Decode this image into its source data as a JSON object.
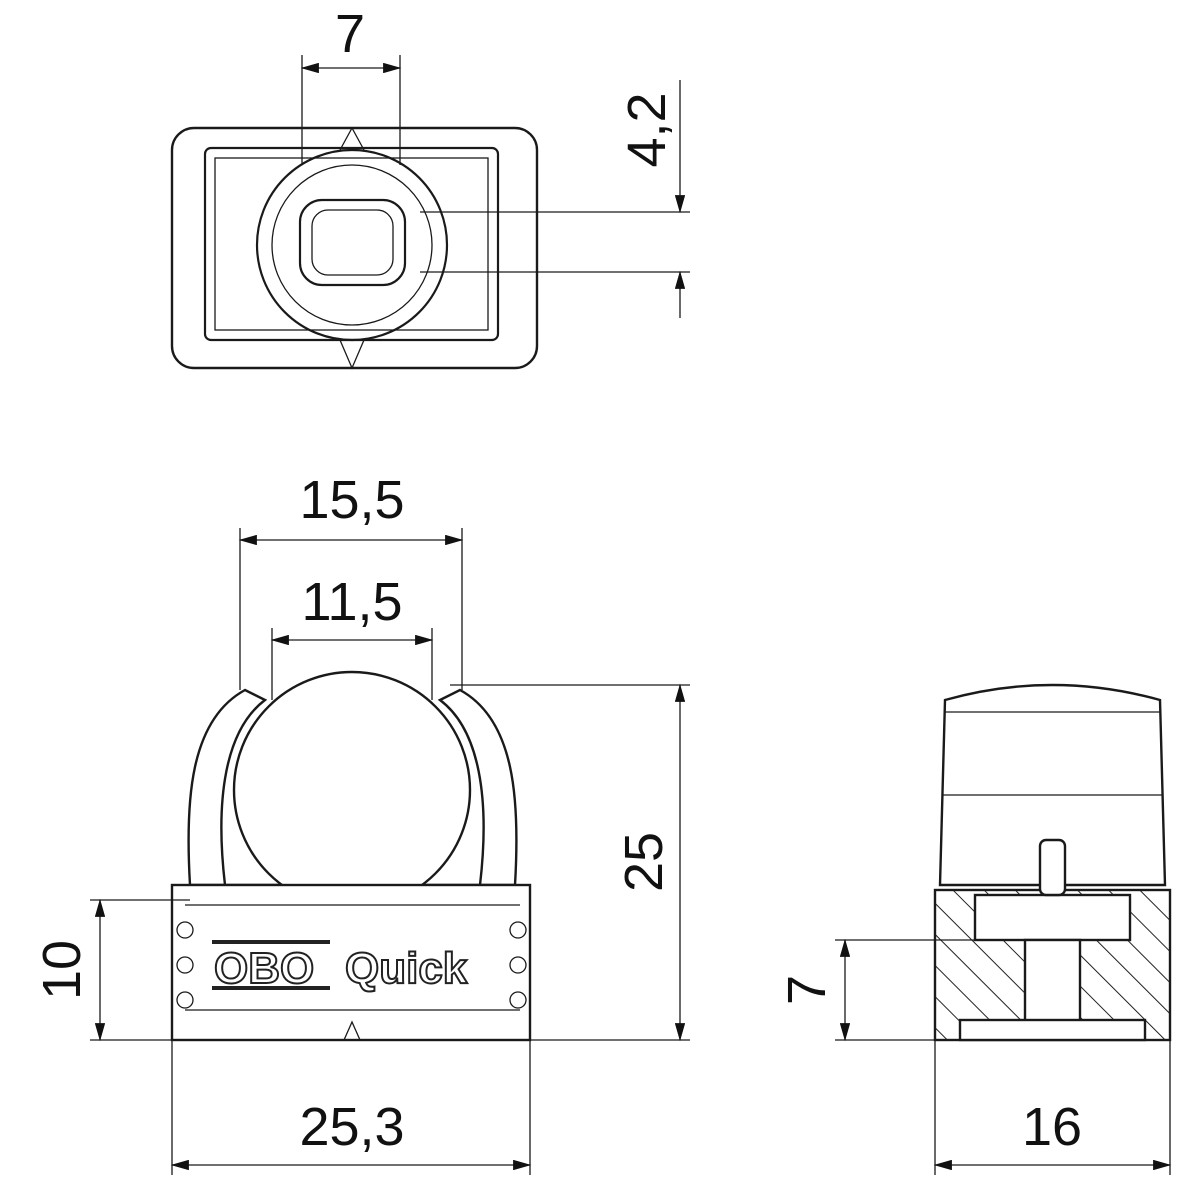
{
  "drawing": {
    "top_view": {
      "width_dim": "7",
      "slot_dim": "4,2"
    },
    "front_view": {
      "outer_opening_dim": "15,5",
      "inner_opening_dim": "11,5",
      "height_dim": "25",
      "base_height_dim": "10",
      "base_width_dim": "25,3",
      "logo_brand": "OBO",
      "logo_product": "Quick"
    },
    "side_view": {
      "base_height_dim": "7",
      "width_dim": "16"
    }
  }
}
